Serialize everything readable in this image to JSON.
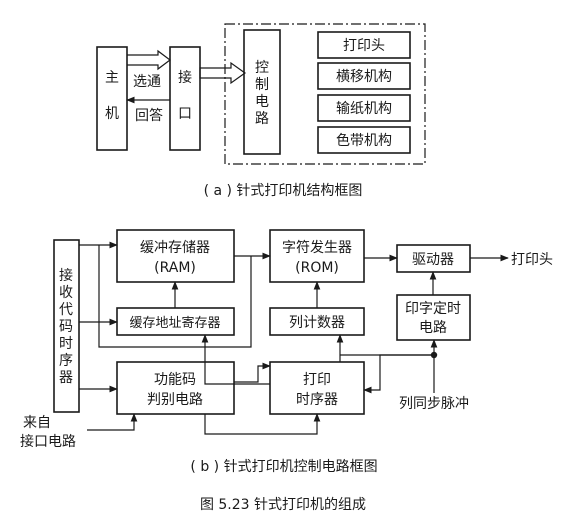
{
  "diagram_a": {
    "host": [
      "主",
      "机"
    ],
    "select_label": "选通",
    "reply_label": "回答",
    "interface": [
      "接",
      "口"
    ],
    "control_circuit": [
      "控",
      "制",
      "电",
      "路"
    ],
    "modules": [
      "打印头",
      "横移机构",
      "输纸机构",
      "色带机构"
    ],
    "caption": "( a )   针式打印机结构框图"
  },
  "diagram_b": {
    "receive_timing": [
      "接",
      "收",
      "代",
      "码",
      "时",
      "序",
      "器"
    ],
    "buffer_memory": [
      "缓冲存储器",
      "(RAM)"
    ],
    "char_generator": [
      "字符发生器",
      "(ROM)"
    ],
    "driver": "驱动器",
    "print_head_out": "打印头",
    "buffer_address_register": "缓存地址寄存器",
    "column_counter": "列计数器",
    "print_timing_circuit": [
      "印字定时",
      "电路"
    ],
    "function_code_circuit": [
      "功能码",
      "判别电路"
    ],
    "print_sequencer": [
      "打印",
      "时序器"
    ],
    "column_sync_pulse": "列同步脉冲",
    "from_interface": [
      "来自",
      "接口电路"
    ],
    "caption": "( b )   针式打印机控制电路框图"
  },
  "figure_caption": "图 5.23    针式打印机的组成"
}
